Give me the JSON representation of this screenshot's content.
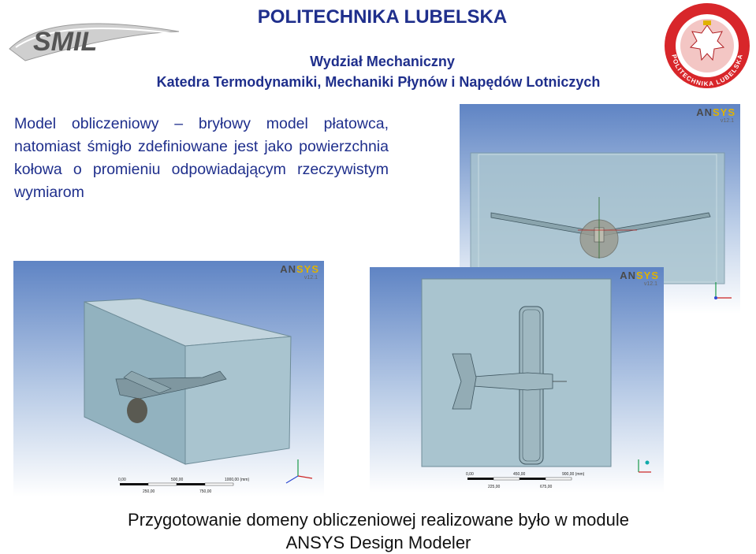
{
  "header": {
    "university": "POLITECHNIKA LUBELSKA",
    "faculty": "Wydział Mechaniczny",
    "department": "Katedra Termodynamiki, Mechaniki Płynów i Napędów Lotniczych",
    "logo_left": "SMIL",
    "logo_right": "POLITECHNIKA LUBELSKA"
  },
  "body": {
    "paragraph": "Model obliczeniowy – bryłowy model płatowca, natomiast śmigło zdefiniowane jest jako powierzchnia kołowa o promieniu odpowiadającym rzeczywistym wymiarom",
    "caption_line1": "Przygotowanie domeny obliczeniowej realizowane było w module",
    "caption_line2": "ANSYS Design Modeler"
  },
  "screenshots": {
    "ansys_logo_a": "AN",
    "ansys_logo_b": "SYS",
    "version": "v12.1",
    "iso_scale": {
      "top": [
        "0,00",
        "500,00",
        "1000,00 (mm)"
      ],
      "bottom": [
        "250,00",
        "750,00"
      ]
    },
    "top_scale": {
      "top": [
        "0,00",
        "450,00",
        "900,00 (mm)"
      ],
      "bottom": [
        "225,00",
        "675,00"
      ]
    }
  },
  "colors": {
    "title_blue": "#1f2f8c",
    "viewport_top": "#5f84c4",
    "viewport_bottom": "#ffffff"
  }
}
